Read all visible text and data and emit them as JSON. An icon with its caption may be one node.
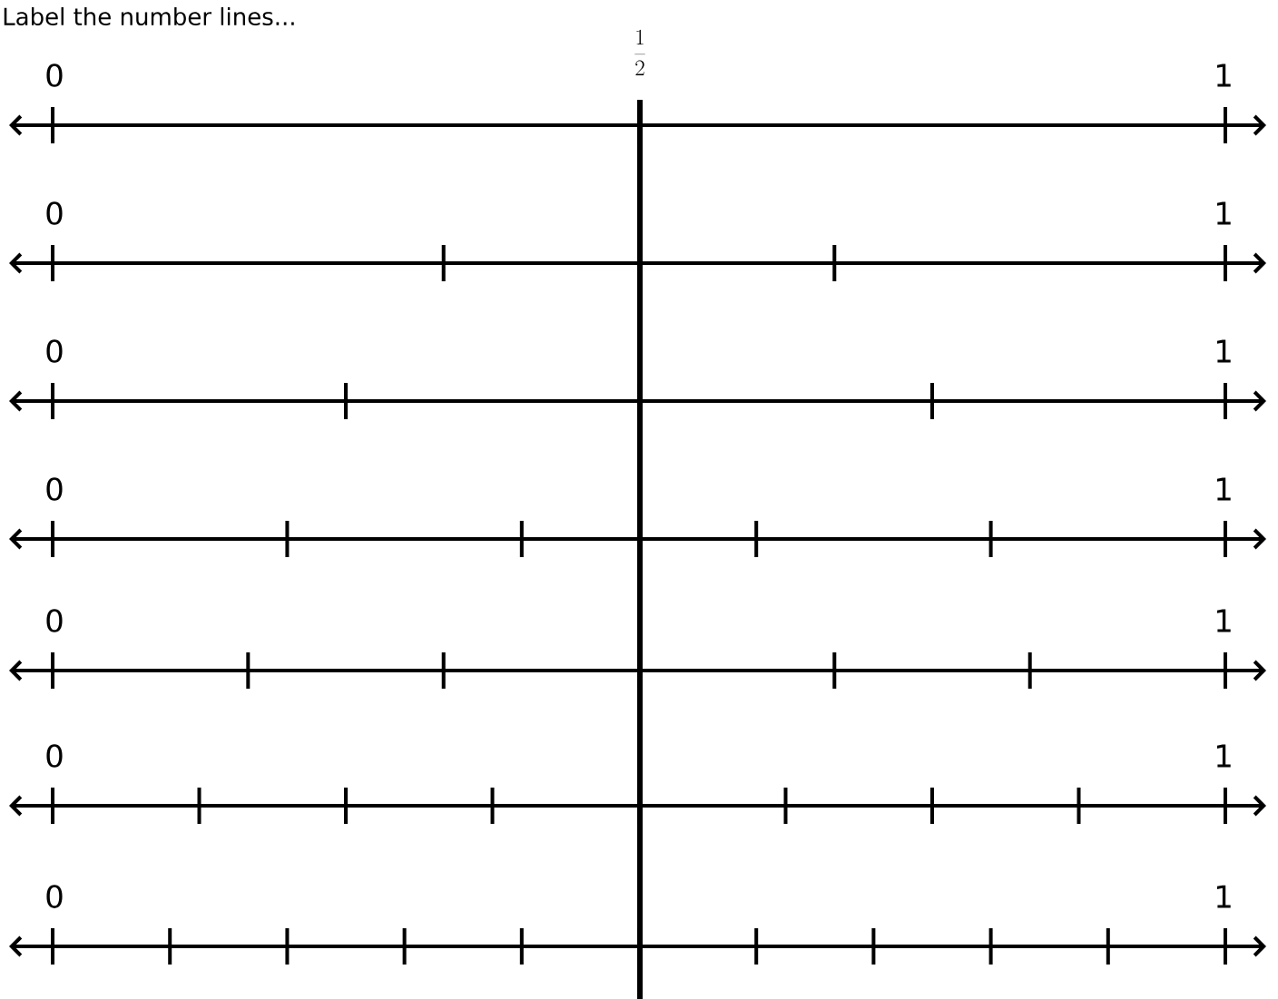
{
  "diagram": {
    "title": "Label the number lines...",
    "labels": [
      "\\frac{1}{2}",
      "0",
      "1",
      "0",
      "1",
      "0",
      "1",
      "0",
      "1",
      "0",
      "1",
      "0",
      "1",
      "0",
      "1"
    ]
  }
}
